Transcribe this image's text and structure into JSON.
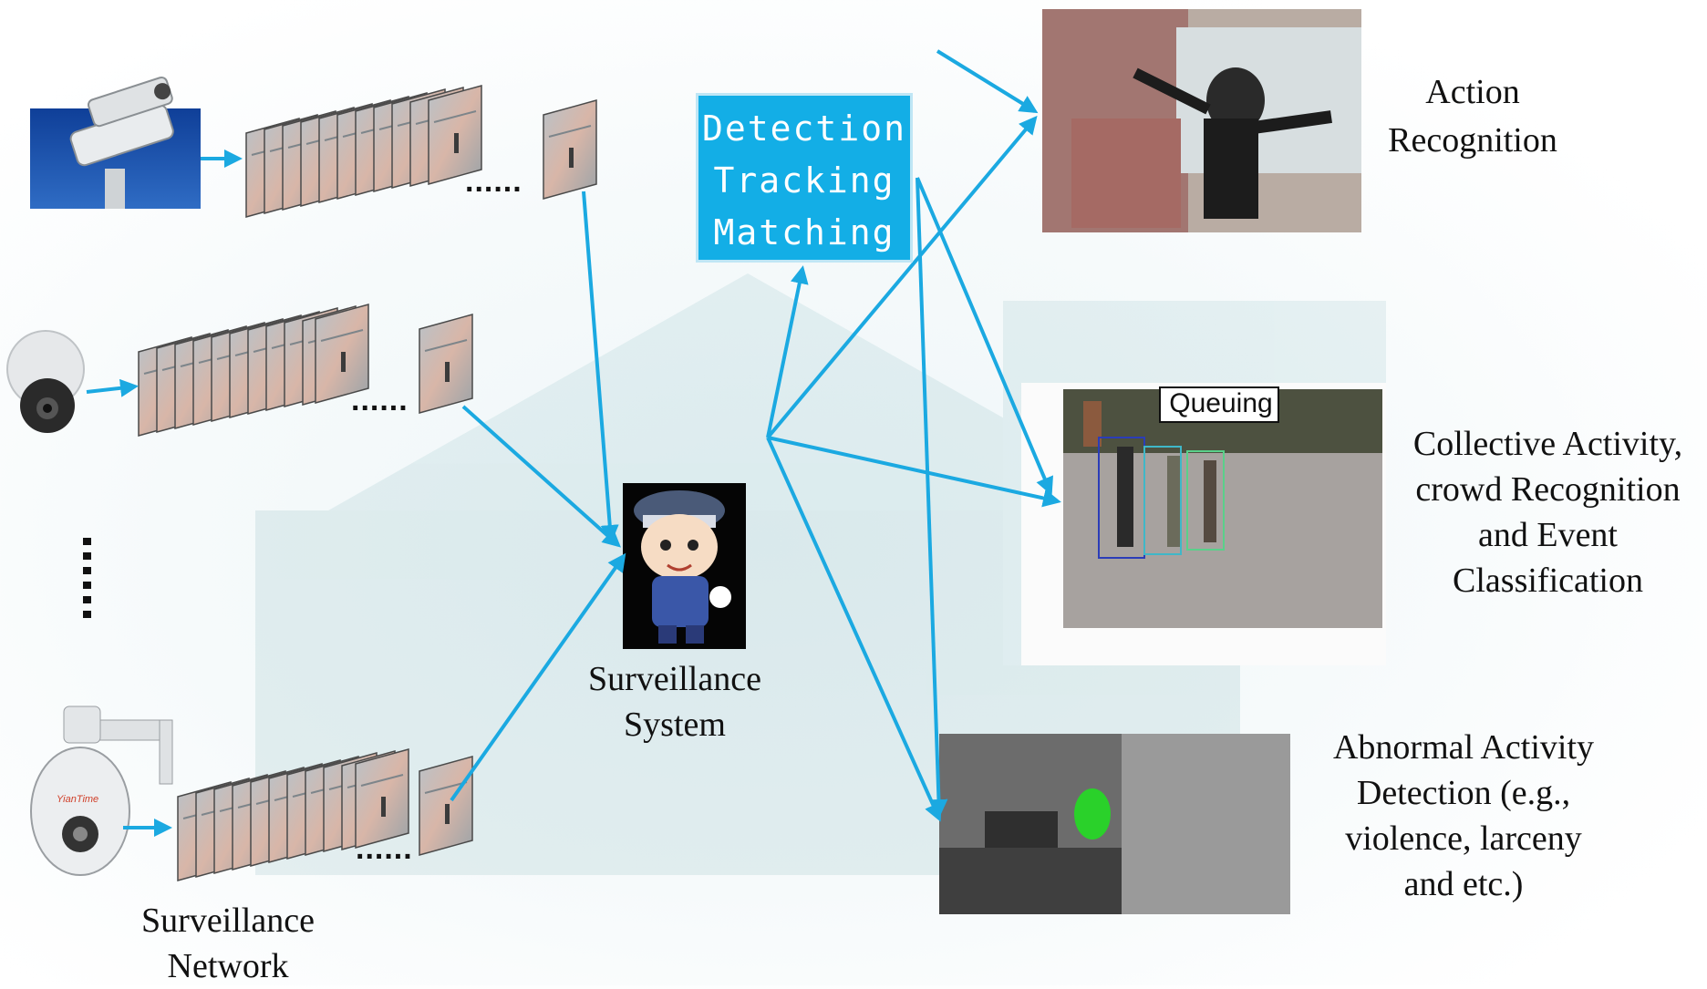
{
  "process_box": {
    "lines": [
      "Detection",
      "Tracking",
      "Matching"
    ]
  },
  "labels": {
    "surveillance_network": [
      "Surveillance",
      "Network"
    ],
    "surveillance_system": [
      "Surveillance",
      "System"
    ],
    "action_recognition": [
      "Action",
      "Recognition"
    ],
    "collective_activity": [
      "Collective Activity,",
      "crowd Recognition",
      "and Event",
      "Classification"
    ],
    "abnormal_activity": [
      "Abnormal Activity",
      "Detection (e.g.,",
      "violence, larceny",
      "and etc.)"
    ],
    "queuing_tag": "Queuing"
  },
  "ellipsis": "......",
  "colors": {
    "arrow": "#1ba9e1",
    "box_fill": "#13aee6",
    "camera_sky": "#1b4fa3"
  },
  "icons": [
    "bullet-camera-icon",
    "dome-camera-icon",
    "ptz-camera-icon",
    "police-cartoon-icon"
  ]
}
